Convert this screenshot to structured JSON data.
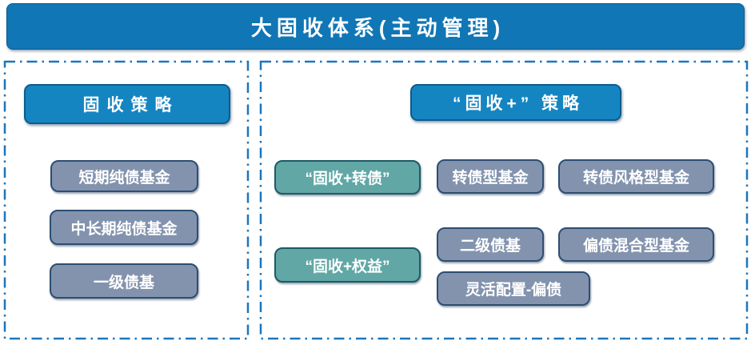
{
  "title": "大固收体系(主动管理)",
  "colors": {
    "title_blue": "#1176b5",
    "header_blue": "#1585c2",
    "item_gray": "#8393ae",
    "item_gray_border": "#2d4e72",
    "group_teal": "#61a7a5",
    "group_teal_border": "#1e5a66",
    "panel_dash_border": "#1b76bc",
    "text": "#ffffff"
  },
  "left_panel": {
    "header": "固收策略",
    "items": [
      "短期纯债基金",
      "中长期纯债基金",
      "一级债基"
    ]
  },
  "right_panel": {
    "header": "“固收+” 策略",
    "groups": [
      {
        "label": "“固收+转债”",
        "items": [
          "转债型基金",
          "转债风格型基金"
        ]
      },
      {
        "label": "“固收+权益”",
        "items": [
          "二级债基",
          "偏债混合型基金",
          "灵活配置-偏债"
        ]
      }
    ]
  }
}
